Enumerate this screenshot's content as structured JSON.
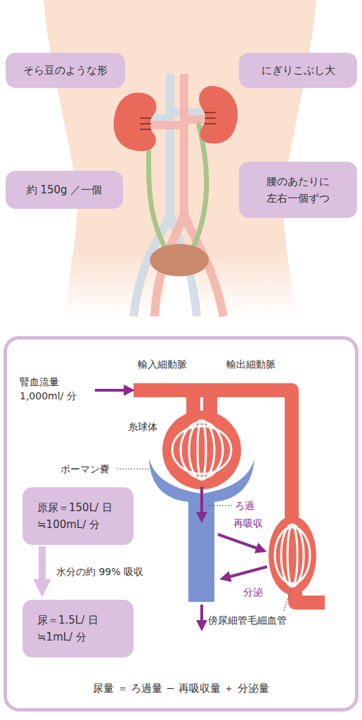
{
  "diagram": {
    "nodes": [
      {
        "text": [
          "そら豆のような形"
        ]
      },
      {
        "text": [
          "にぎりこぶし大"
        ]
      },
      {
        "text": [
          "約 150g ／一個"
        ]
      },
      {
        "text": [
          "腰のあたりに 左右一個ずつ"
        ]
      },
      {
        "text": [
          "尿量 ＝ ろ過量 − 再吸収量 ＋ 分泌量"
        ]
      },
      {
        "text": [
          "原尿＝150L/ 日 ≒100mL/ 分"
        ],
        "in": 4
      },
      {
        "text": [
          "尿＝1.5L/ 日 ≒1mL/ 分"
        ],
        "in": 4
      }
    ],
    "edges": [
      {
        "from": 5,
        "to": 6,
        "arrow": "to",
        "label": "水分の約 99% 吸収"
      }
    ],
    "labels": [
      "輸入細動脈",
      "輸出細動脈",
      "腎血流量 1,000ml/ 分",
      "糸球体",
      "ボーマン嚢",
      "ろ過",
      "再吸収",
      "分泌",
      "傍尿細管毛細血管"
    ]
  }
}
